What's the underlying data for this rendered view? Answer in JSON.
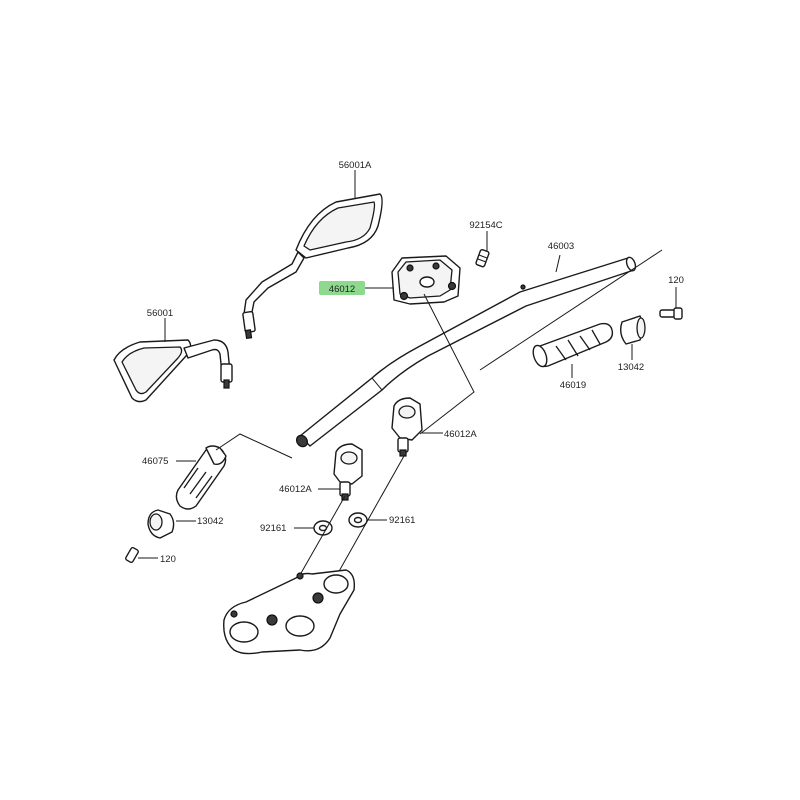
{
  "highlight_color": "#8fd98f",
  "labels": {
    "mirror_right": "56001A",
    "mirror_left": "56001",
    "bolt_top": "92154C",
    "handlebar": "46003",
    "holder_upper": "46012",
    "holder_lower_right": "46012A",
    "holder_lower_left": "46012A",
    "grip_right": "46019",
    "weight_right": "13042",
    "screw_right": "120",
    "grip_left": "46075",
    "weight_left": "13042",
    "screw_left": "120",
    "washer_left": "92161",
    "washer_right": "92161"
  },
  "highlighted_part": "holder_upper"
}
